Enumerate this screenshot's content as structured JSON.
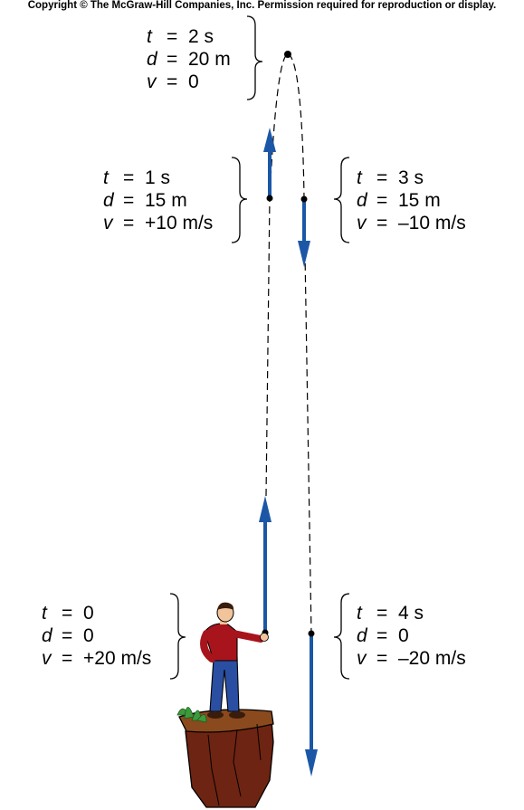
{
  "copyright": "Copyright © The McGraw-Hill Companies, Inc. Permission required for reproduction or display.",
  "states": [
    {
      "id": "t0",
      "t": "0",
      "d": "0",
      "v": "+20 m/s"
    },
    {
      "id": "t1",
      "t": "1 s",
      "d": "15 m",
      "v": "+10 m/s"
    },
    {
      "id": "t2",
      "t": "2 s",
      "d": "20 m",
      "v": "0"
    },
    {
      "id": "t3",
      "t": "3 s",
      "d": "15 m",
      "v": "–10 m/s"
    },
    {
      "id": "t4",
      "t": "4 s",
      "d": "0",
      "v": "–20 m/s"
    }
  ],
  "var_names": {
    "t": "t",
    "d": "d",
    "v": "v",
    "eq": "="
  },
  "colors": {
    "arrow": "#1b57a6",
    "shirt": "#a8141c",
    "pants": "#2a4fa2",
    "skin": "#f2c49b",
    "rock": "#7a2a16",
    "grass": "#3c9a3c",
    "hair": "#3a1c0c"
  }
}
